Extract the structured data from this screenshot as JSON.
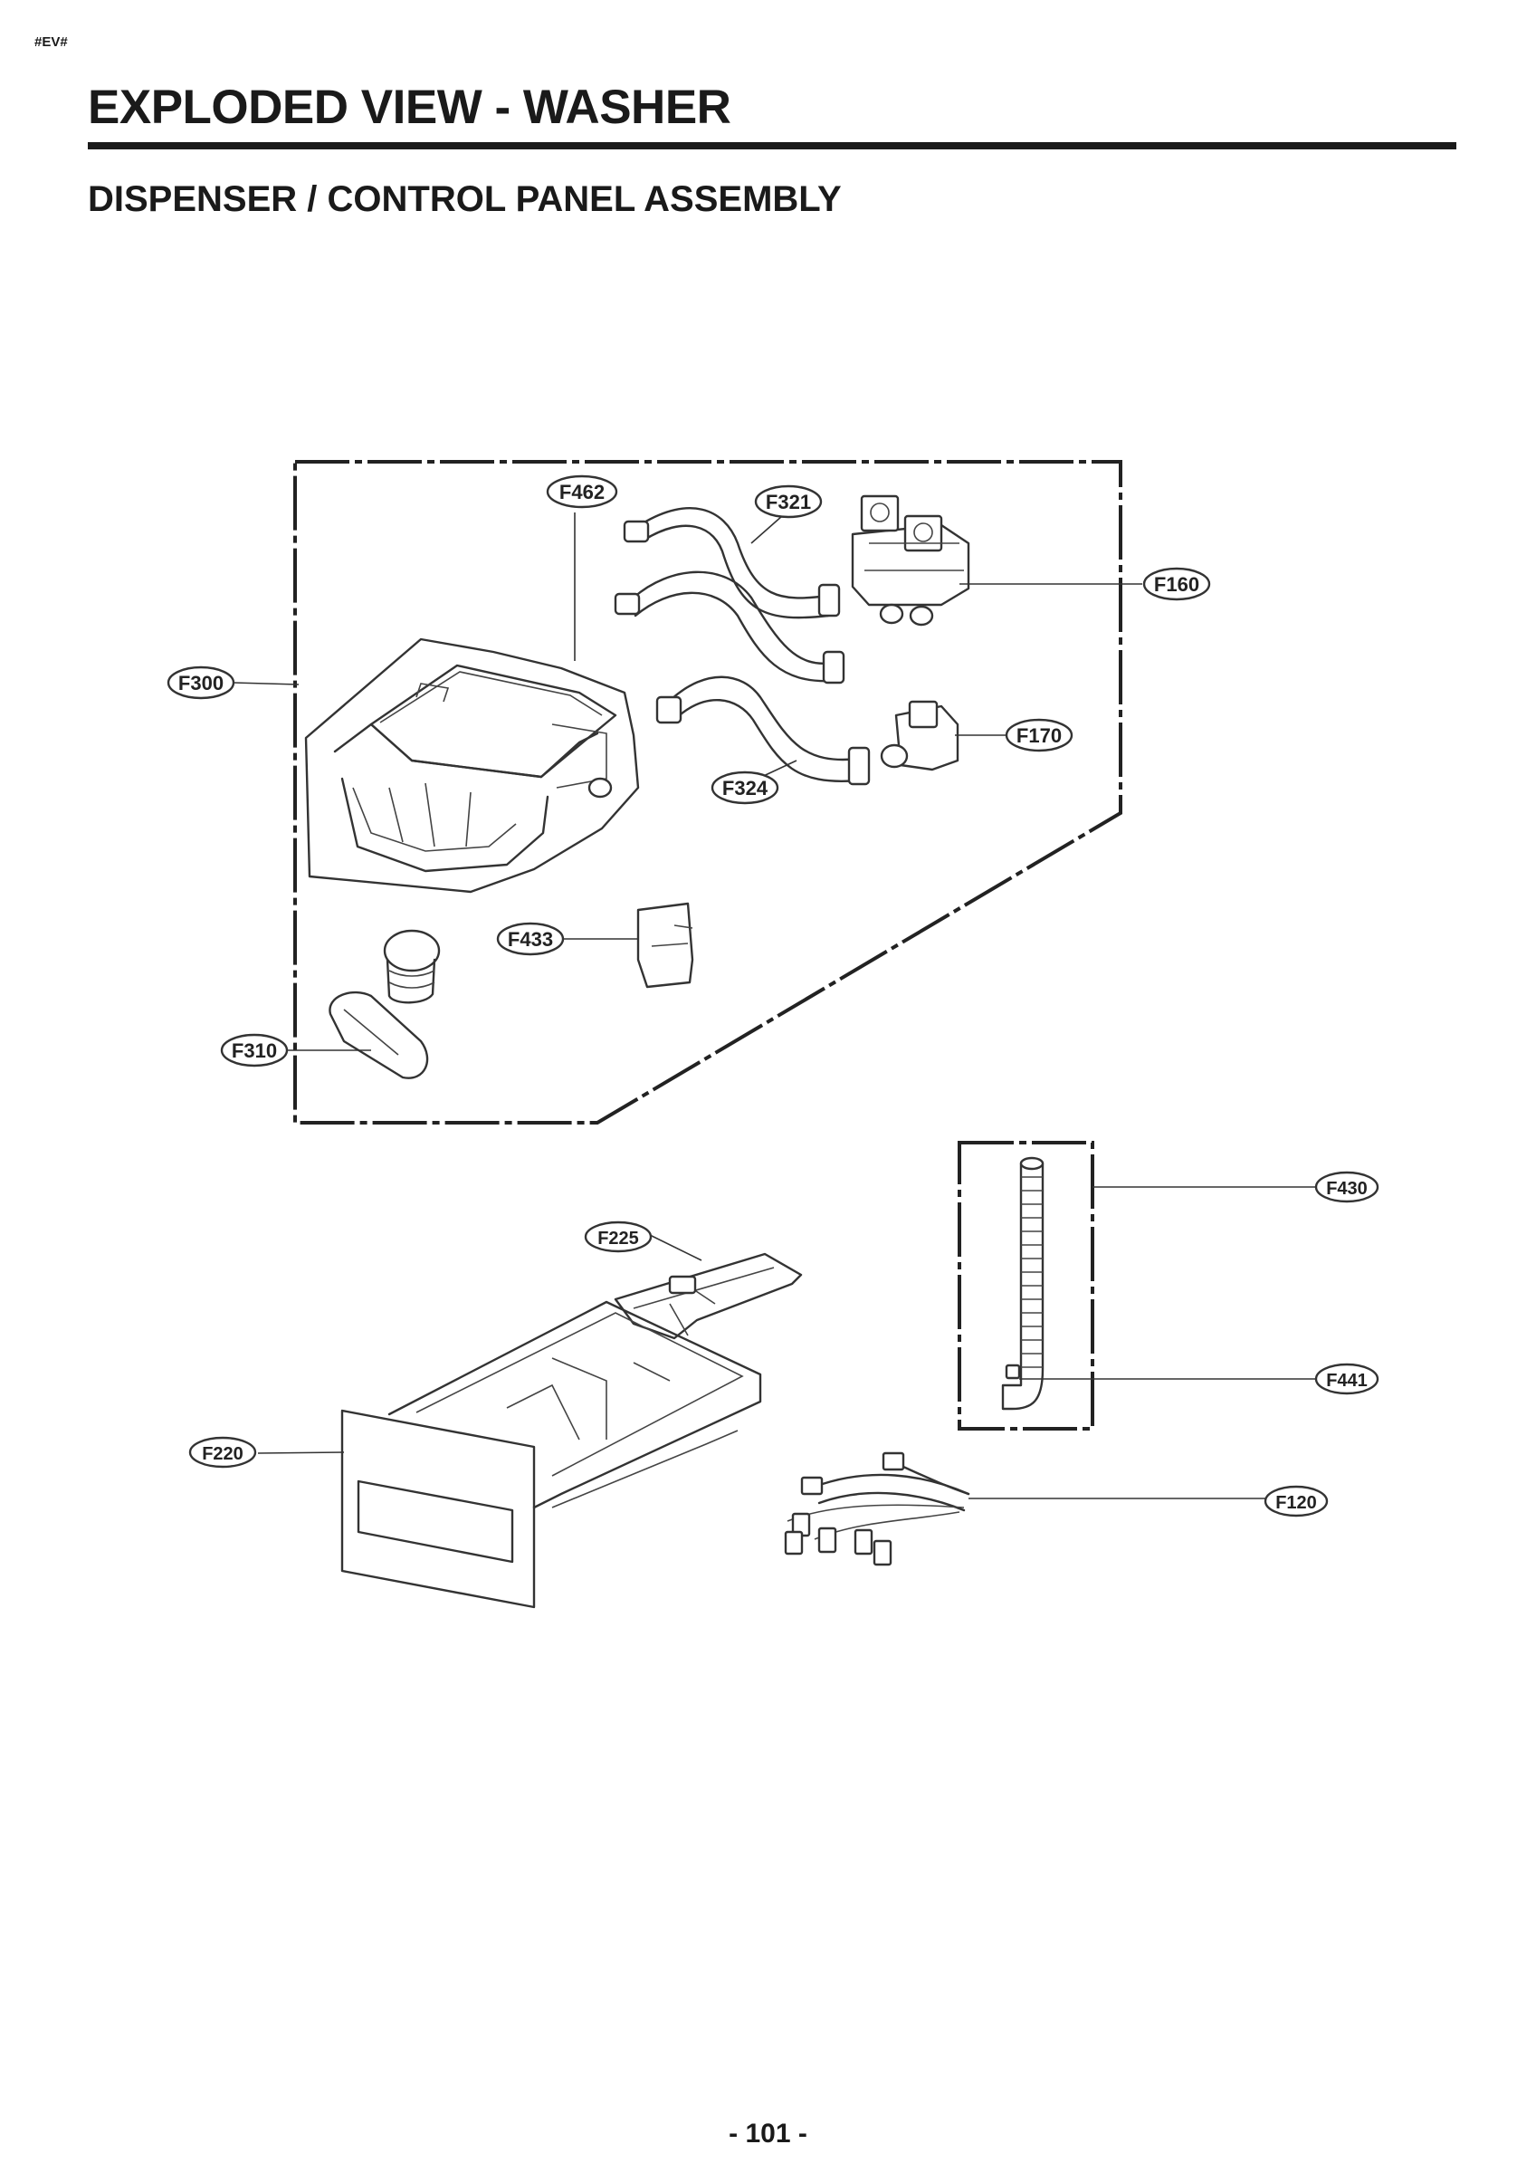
{
  "header": {
    "tag": "#EV#",
    "title": "EXPLODED VIEW - WASHER",
    "subtitle": "DISPENSER / CONTROL PANEL ASSEMBLY"
  },
  "callouts": {
    "F462": "F462",
    "F321": "F321",
    "F160": "F160",
    "F300": "F300",
    "F170": "F170",
    "F324": "F324",
    "F433": "F433",
    "F310": "F310",
    "F430": "F430",
    "F225": "F225",
    "F441": "F441",
    "F220": "F220",
    "F120": "F120"
  },
  "footer": {
    "page_number": "- 101 -"
  }
}
